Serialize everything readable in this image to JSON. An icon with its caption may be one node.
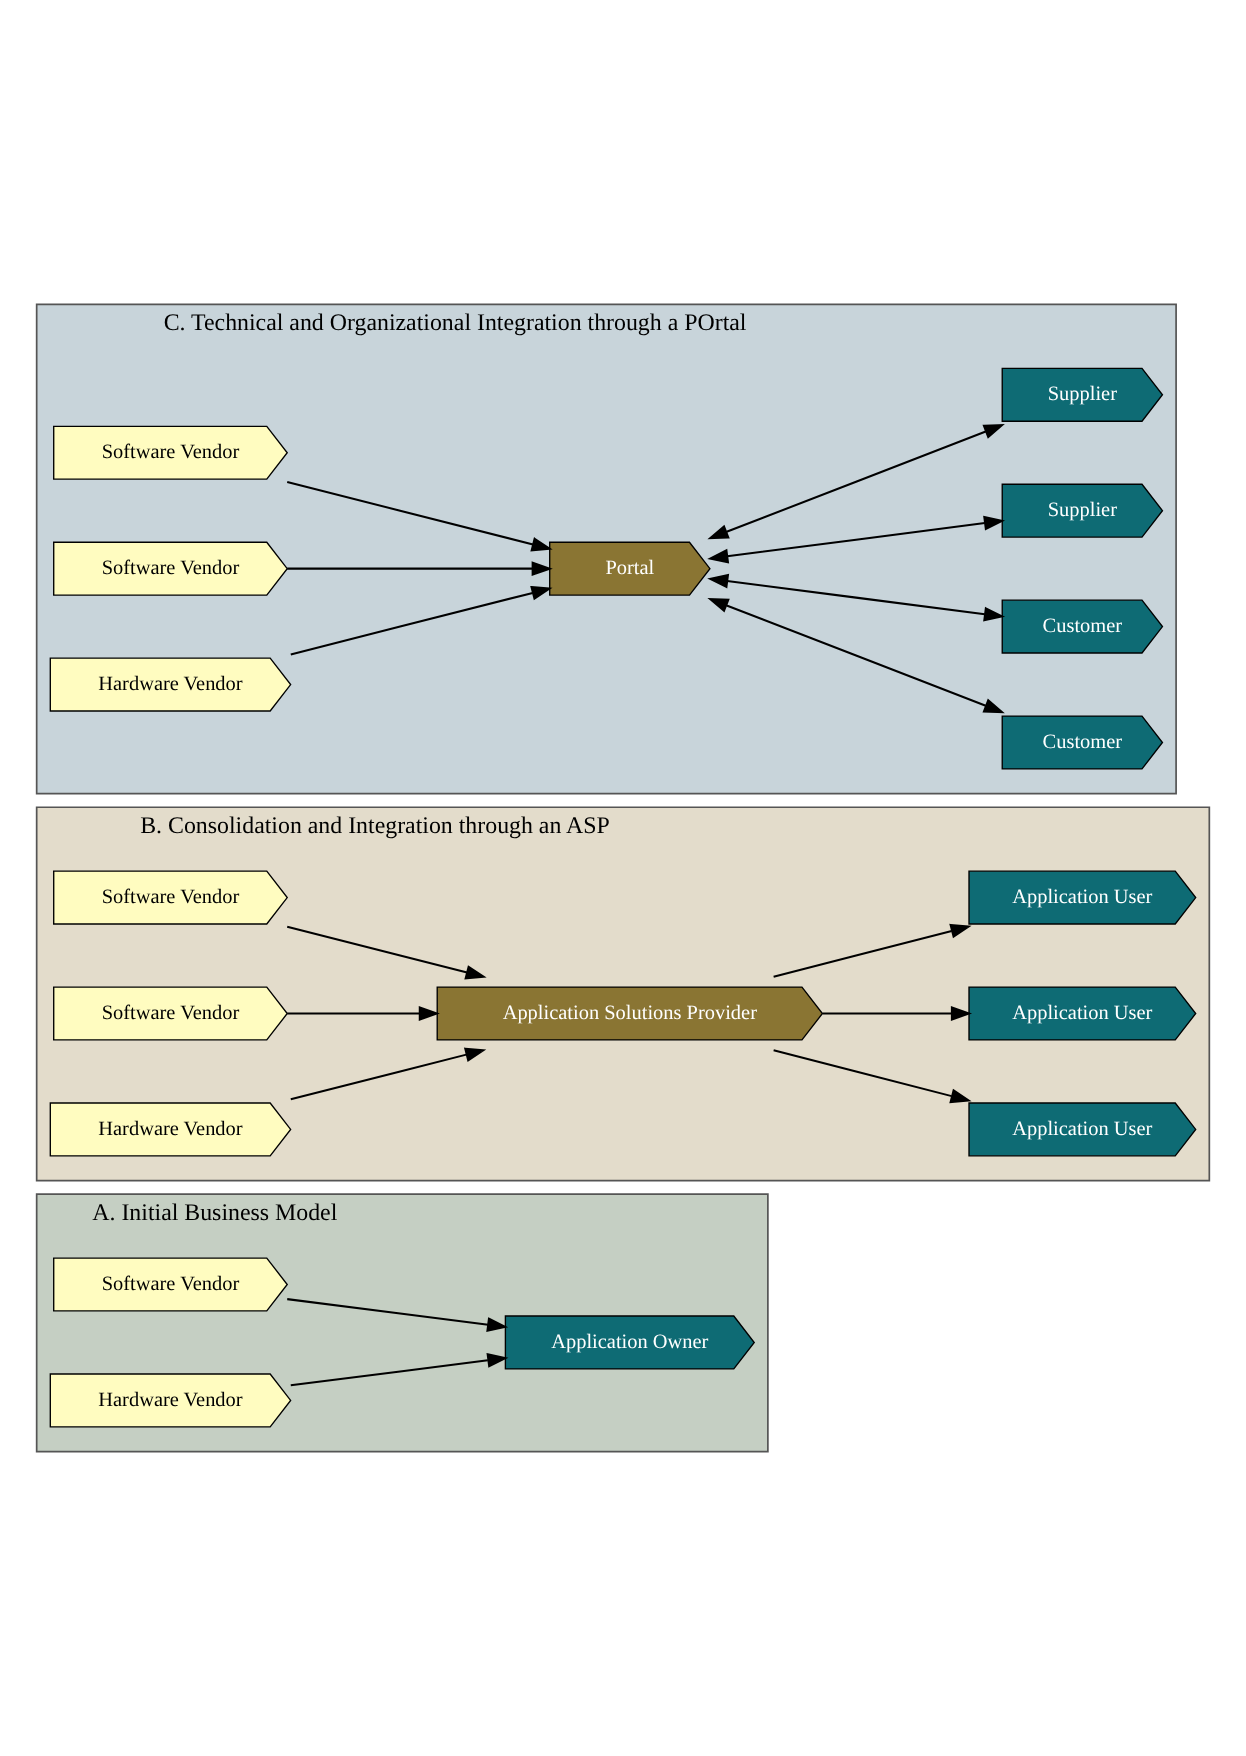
{
  "diagram": {
    "nodes": [
      {
        "text": [
          "A. Initial Business Model"
        ]
      },
      {
        "text": [
          "Software Vendor"
        ],
        "in": 0
      },
      {
        "text": [
          "Hardware Vendor"
        ],
        "in": 0
      },
      {
        "text": [
          "Application Owner"
        ],
        "in": 0
      },
      {
        "text": [
          "B. Consolidation and Integration through an ASP"
        ]
      },
      {
        "text": [
          "Software Vendor"
        ],
        "in": 4
      },
      {
        "text": [
          "Software Vendor"
        ],
        "in": 4
      },
      {
        "text": [
          "Hardware Vendor"
        ],
        "in": 4
      },
      {
        "text": [
          "Application Solutions Provider"
        ],
        "in": 4
      },
      {
        "text": [
          "Application User"
        ],
        "in": 4
      },
      {
        "text": [
          "Application User"
        ],
        "in": 4
      },
      {
        "text": [
          "Application User"
        ],
        "in": 4
      },
      {
        "text": [
          "C. Technical and Organizational Integration through a POrtal"
        ]
      },
      {
        "text": [
          "Software Vendor"
        ],
        "in": 12
      },
      {
        "text": [
          "Software Vendor"
        ],
        "in": 12
      },
      {
        "text": [
          "Hardware Vendor"
        ],
        "in": 12
      },
      {
        "text": [
          "Portal"
        ],
        "in": 12
      },
      {
        "text": [
          "Customer"
        ],
        "in": 12
      },
      {
        "text": [
          "Customer"
        ],
        "in": 12
      },
      {
        "text": [
          "Supplier"
        ],
        "in": 12
      },
      {
        "text": [
          "Supplier"
        ],
        "in": 12
      }
    ],
    "edges": [
      {
        "from": 1,
        "to": 3,
        "arrow": "to"
      },
      {
        "from": 2,
        "to": 3,
        "arrow": "to"
      },
      {
        "from": 5,
        "to": 8,
        "arrow": "to"
      },
      {
        "from": 6,
        "to": 8,
        "arrow": "to"
      },
      {
        "from": 7,
        "to": 8,
        "arrow": "to"
      },
      {
        "from": 8,
        "to": 9,
        "arrow": "to"
      },
      {
        "from": 8,
        "to": 10,
        "arrow": "to"
      },
      {
        "from": 8,
        "to": 11,
        "arrow": "to"
      },
      {
        "from": 13,
        "to": 16,
        "arrow": "to"
      },
      {
        "from": 14,
        "to": 16,
        "arrow": "to"
      },
      {
        "from": 15,
        "to": 16,
        "arrow": "to"
      },
      {
        "from": 16,
        "to": 17,
        "arrow": "both"
      },
      {
        "from": 16,
        "to": 18,
        "arrow": "both"
      },
      {
        "from": 16,
        "to": 19,
        "arrow": "both"
      },
      {
        "from": 16,
        "to": 20,
        "arrow": "both"
      }
    ]
  }
}
